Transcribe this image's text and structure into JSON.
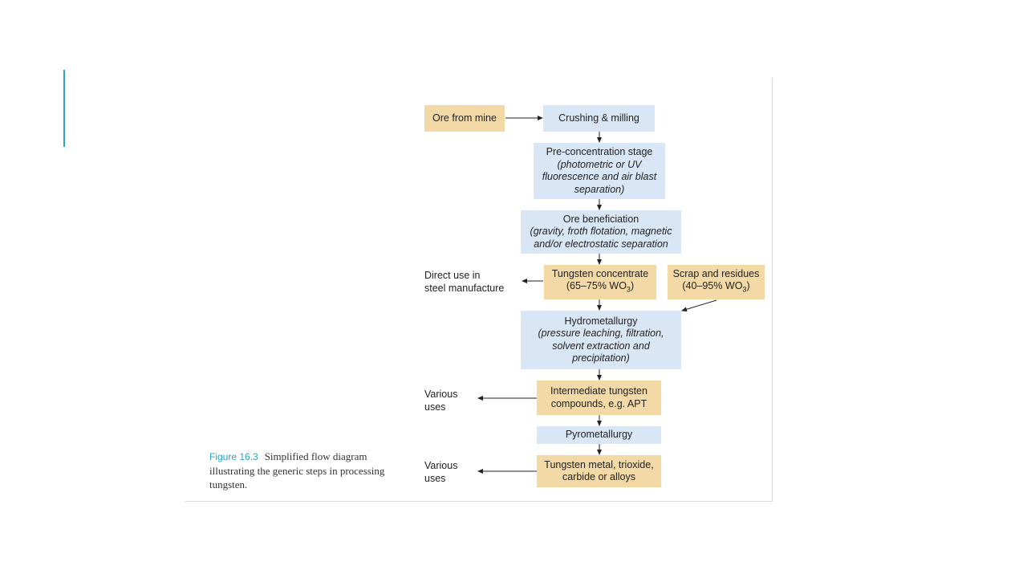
{
  "colors": {
    "accent": "#2aa3c4",
    "ore_box": "#f2d9a5",
    "process_box": "#d9e6f6",
    "arrow": "#222222",
    "caption_figure": "#2aa3c4"
  },
  "diagram": {
    "nodes": {
      "ore_from_mine": {
        "lines": [
          "Ore from mine"
        ]
      },
      "crushing": {
        "lines": [
          "Crushing & milling"
        ]
      },
      "preconcentration": {
        "title": "Pre-concentration stage",
        "detail": [
          "(photometric or UV",
          "fluorescence and air blast",
          "separation)"
        ]
      },
      "beneficiation": {
        "title": "Ore beneficiation",
        "detail": [
          "(gravity, froth flotation, magnetic",
          "and/or electrostatic separation"
        ]
      },
      "tungsten_concentrate": {
        "line1": "Tungsten concentrate",
        "line2_pre": "(65–75% WO",
        "line2_sub": "3",
        "line2_post": ")"
      },
      "scrap": {
        "line1": "Scrap and residues",
        "line2_pre": "(40–95% WO",
        "line2_sub": "3",
        "line2_post": ")"
      },
      "hydrometallurgy": {
        "title": "Hydrometallurgy",
        "detail": [
          "(pressure leaching, filtration,",
          "solvent extraction and",
          "precipitation)"
        ]
      },
      "intermediate": {
        "lines": [
          "Intermediate tungsten",
          "compounds, e.g. APT"
        ]
      },
      "pyrometallurgy": {
        "lines": [
          "Pyrometallurgy"
        ]
      },
      "tungsten_metal": {
        "lines": [
          "Tungsten metal, trioxide,",
          "carbide or alloys"
        ]
      }
    },
    "side_labels": {
      "direct_use": [
        "Direct use in",
        "steel manufacture"
      ],
      "various_uses_1": [
        "Various",
        "uses"
      ],
      "various_uses_2": [
        "Various",
        "uses"
      ]
    },
    "edges": [
      [
        "ore_from_mine",
        "crushing"
      ],
      [
        "crushing",
        "preconcentration"
      ],
      [
        "preconcentration",
        "beneficiation"
      ],
      [
        "beneficiation",
        "tungsten_concentrate"
      ],
      [
        "tungsten_concentrate",
        "direct_use"
      ],
      [
        "tungsten_concentrate",
        "hydrometallurgy"
      ],
      [
        "scrap",
        "hydrometallurgy"
      ],
      [
        "hydrometallurgy",
        "intermediate"
      ],
      [
        "intermediate",
        "various_uses_1"
      ],
      [
        "intermediate",
        "pyrometallurgy"
      ],
      [
        "pyrometallurgy",
        "tungsten_metal"
      ],
      [
        "tungsten_metal",
        "various_uses_2"
      ]
    ]
  },
  "caption": {
    "figure_number": "Figure 16.3",
    "lines": [
      "Simplified flow diagram",
      "illustrating the generic steps in processing",
      "tungsten."
    ]
  }
}
